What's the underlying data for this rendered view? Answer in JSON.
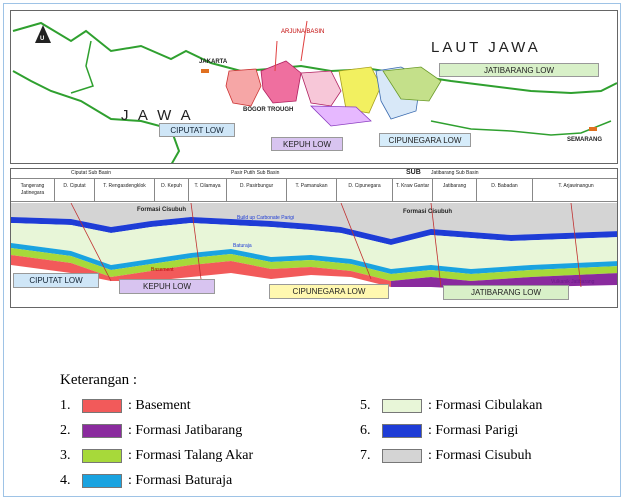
{
  "map": {
    "basin_top": "ARJUNA BASIN",
    "sea": "LAUT JAWA",
    "land": "J A W A",
    "cities": {
      "jakarta": "JAKARTA",
      "semarang": "SEMARANG",
      "bogor_trough": "BOGOR TROUGH"
    },
    "lows": {
      "ciputat": "CIPUTAT LOW",
      "kepuh": "KEPUH LOW",
      "cipunegara": "CIPUNEGARA LOW",
      "jatibarang": "JATIBARANG LOW"
    },
    "north_letter": "U"
  },
  "section": {
    "sub_basins": [
      "Ciputat Sub Basin",
      "Pasir Putih Sub Basin",
      "SUB",
      "Jatibarang Sub Basin"
    ],
    "columns": [
      "Tangerang Jatinegara",
      "D. Ciputat",
      "T. Rengasdengklok",
      "D. Kepuh",
      "T. Cilamaya",
      "D. Pasirbungur",
      "T. Pamanukan",
      "D. Cipunegara",
      "T. Kraw Gantar",
      "Jatibarang",
      "D. Babadan",
      "T. Arjawinangun"
    ],
    "formation_labels": {
      "cisubuh_left": "Formasi Cisubuh",
      "cisubuh_right": "Formasi Cisubuh",
      "parigi": "Build  up Carbonate Parigi",
      "baturaja": "Baturaja",
      "basement": "Basement",
      "vulkanik": "Vulkanik Jatibarang"
    },
    "lows": {
      "ciputat": "CIPUTAT LOW",
      "kepuh": "KEPUH LOW",
      "cipunegara": "CIPUNEGARA LOW",
      "jatibarang": "JATIBARANG LOW"
    }
  },
  "legend": {
    "title": "Keterangan :",
    "items": [
      {
        "num": "1.",
        "label": ": Basement",
        "color": "#f25a5a"
      },
      {
        "num": "2.",
        "label": ": Formasi Jatibarang",
        "color": "#8a2b9e"
      },
      {
        "num": "3.",
        "label": ": Formasi Talang Akar",
        "color": "#a7d93a"
      },
      {
        "num": "4.",
        "label": ": Formasi Baturaja",
        "color": "#1aa3e0"
      },
      {
        "num": "5.",
        "label": ": Formasi Cibulakan",
        "color": "#e8f6d8"
      },
      {
        "num": "6.",
        "label": ": Formasi Parigi",
        "color": "#1e3cd6"
      },
      {
        "num": "7.",
        "label": ": Formasi Cisubuh",
        "color": "#d4d4d4"
      }
    ]
  }
}
